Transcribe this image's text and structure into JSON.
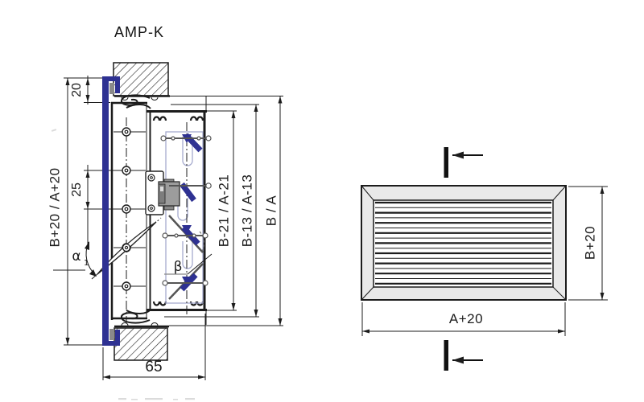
{
  "title": "AMP-K",
  "section_view": {
    "dims": {
      "frame_overlap": "20",
      "slat_pitch": "25",
      "depth": "65",
      "overall_height": "B+20 / A+20",
      "damper_height": "B-21 / A-21",
      "core_height": "B-13 / A-13",
      "duct_height": "B / A"
    },
    "angles": {
      "alpha": "α",
      "alpha_sub": "1",
      "beta": "β"
    }
  },
  "front_view": {
    "dims": {
      "width": "A+20",
      "height": "B+20"
    }
  },
  "colors": {
    "frame_blue": "#2e3192",
    "track_light": "#a6abce",
    "metal_gray": "#9c9c9c",
    "metal_dark": "#7d7d7d",
    "face_gray": "#e9e9e9",
    "line": "#1c1c1c"
  }
}
